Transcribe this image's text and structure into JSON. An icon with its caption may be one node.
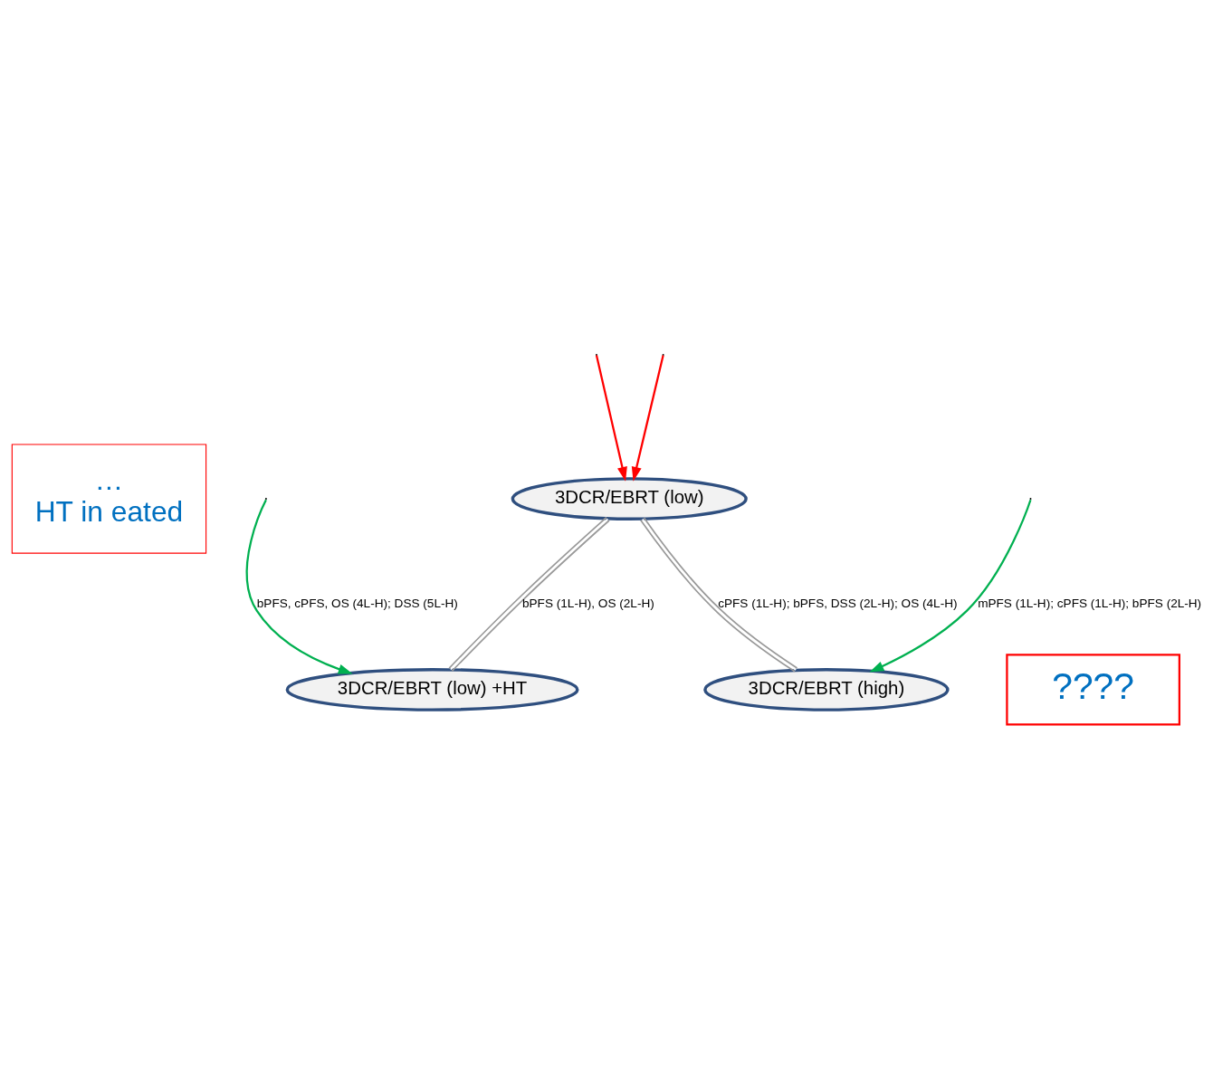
{
  "diagram": {
    "nodes": [
      {
        "text": [
          "…",
          "HT in eated"
        ]
      },
      {
        "text": [
          "3DCR/EBRT (low)"
        ]
      },
      {
        "text": [
          "????"
        ]
      },
      {
        "text": [
          "3DCR/EBRT (low) +HT"
        ]
      },
      {
        "text": [
          "3DCR/EBRT (high)"
        ]
      }
    ],
    "edges": [
      {
        "from": 1,
        "to": 3,
        "arrow": "none",
        "label": "bPFS (1L-H), OS (2L-H)"
      },
      {
        "from": null,
        "to": 1,
        "arrow": "to",
        "color": "#ff0000"
      },
      {
        "from": null,
        "to": 3,
        "arrow": "to",
        "color": "#00b050",
        "label": "bPFS, cPFS, OS (4L-H); DSS (5L-H)"
      },
      {
        "from": 1,
        "to": 4,
        "arrow": "none",
        "label": "cPFS (1L-H); bPFS, DSS (2L-H); OS (4L-H)"
      },
      {
        "from": null,
        "to": 1,
        "arrow": "to",
        "color": "#ff0000"
      },
      {
        "from": null,
        "to": 4,
        "arrow": "to",
        "color": "#00b050",
        "label": "mPFS (1L-H); cPFS (1L-H); bPFS (2L-H)"
      }
    ]
  }
}
